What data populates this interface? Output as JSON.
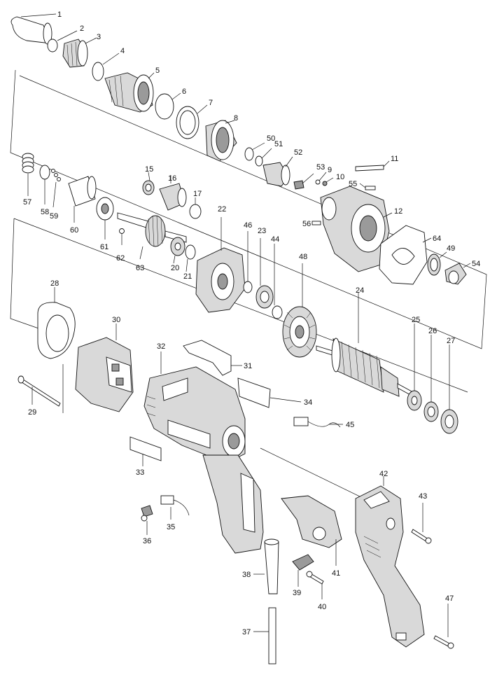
{
  "diagram": {
    "labels": [
      "1",
      "2",
      "3",
      "4",
      "5",
      "6",
      "7",
      "8",
      "9",
      "10",
      "11",
      "12",
      "15",
      "16",
      "17",
      "20",
      "21",
      "22",
      "23",
      "24",
      "25",
      "26",
      "27",
      "28",
      "29",
      "30",
      "31",
      "32",
      "33",
      "34",
      "35",
      "36",
      "37",
      "38",
      "39",
      "40",
      "41",
      "42",
      "43",
      "44",
      "45",
      "46",
      "47",
      "48",
      "49",
      "50",
      "51",
      "52",
      "53",
      "54",
      "55",
      "56",
      "57",
      "58",
      "59",
      "60",
      "61",
      "62",
      "63",
      "64"
    ]
  }
}
